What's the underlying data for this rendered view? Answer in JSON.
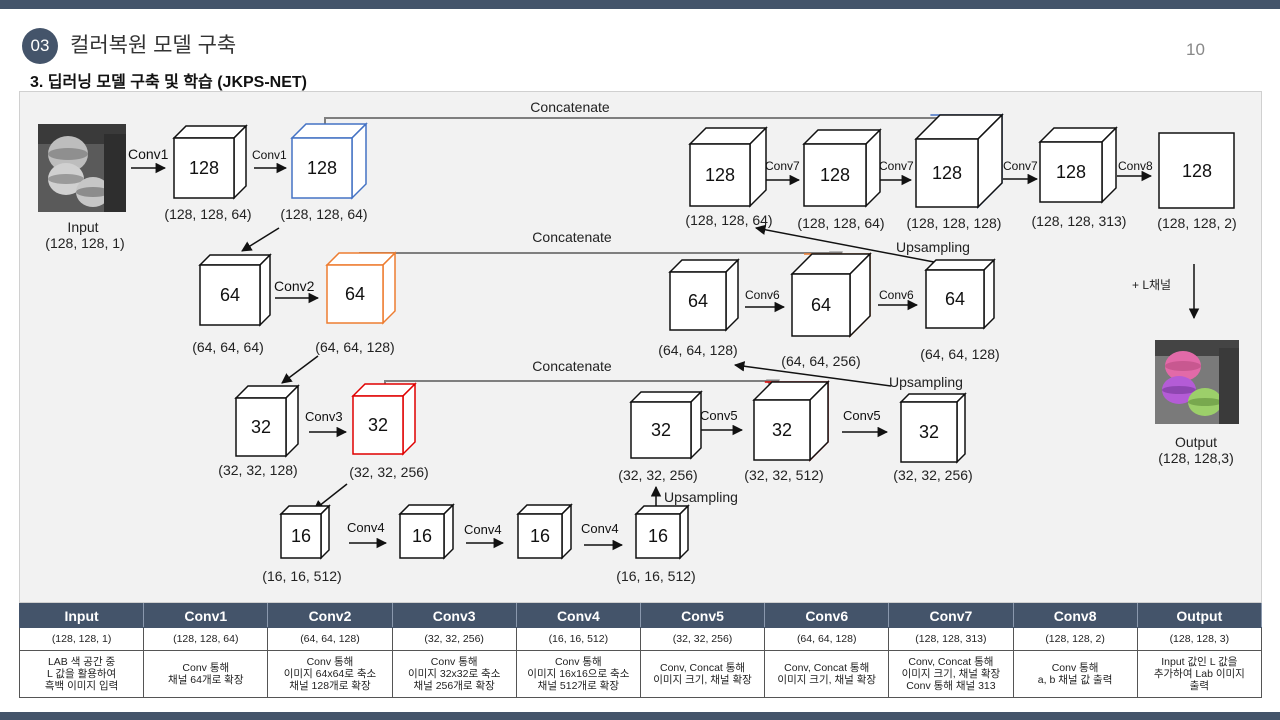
{
  "header": {
    "section_number": "03",
    "section_title": "컬러복원 모델 구축",
    "page_number": "10",
    "subtitle": "3. 딥러닝 모델 구축 및 학습 (JKPS-NET)"
  },
  "colors": {
    "header_bar": "#44546a",
    "skip_blue": "#4472c4",
    "skip_orange": "#ed7d31",
    "skip_red": "#e00000",
    "panel_bg": "#f2f2f2"
  },
  "diagram": {
    "input_label": "Input",
    "input_dims": "(128, 128, 1)",
    "output_label": "Output",
    "output_dims": "(128, 128,3)",
    "l_channel_label": "+ L채널",
    "concatenate_labels": [
      "Concatenate",
      "Concatenate",
      "Concatenate"
    ],
    "upsampling_labels": [
      "Upsampling",
      "Upsampling",
      "Upsampling"
    ],
    "blocks": [
      {
        "id": "b1",
        "size": "128",
        "dims": "(128, 128, 64)"
      },
      {
        "id": "b2",
        "size": "128",
        "dims": "(128, 128, 64)"
      },
      {
        "id": "b3",
        "size": "64",
        "dims": "(64, 64, 64)"
      },
      {
        "id": "b4",
        "size": "64",
        "dims": "(64, 64, 128)"
      },
      {
        "id": "b5",
        "size": "32",
        "dims": "(32, 32, 128)"
      },
      {
        "id": "b6",
        "size": "32",
        "dims": "(32, 32, 256)"
      },
      {
        "id": "b7",
        "size": "16",
        "dims": "(16, 16, 512)"
      },
      {
        "id": "b8",
        "size": "16",
        "dims": ""
      },
      {
        "id": "b9",
        "size": "16",
        "dims": ""
      },
      {
        "id": "b10",
        "size": "16",
        "dims": "(16, 16, 512)"
      },
      {
        "id": "b11",
        "size": "32",
        "dims": "(32, 32, 256)"
      },
      {
        "id": "b12",
        "size": "32",
        "dims": "(32, 32, 512)"
      },
      {
        "id": "b13",
        "size": "32",
        "dims": "(32, 32, 256)"
      },
      {
        "id": "b14",
        "size": "64",
        "dims": "(64, 64, 128)"
      },
      {
        "id": "b15",
        "size": "64",
        "dims": "(64, 64, 256)"
      },
      {
        "id": "b16",
        "size": "64",
        "dims": "(64, 64, 128)"
      },
      {
        "id": "b17",
        "size": "128",
        "dims": "(128, 128, 64)"
      },
      {
        "id": "b18",
        "size": "128",
        "dims": "(128, 128, 64)"
      },
      {
        "id": "b19",
        "size": "128",
        "dims": "(128, 128, 128)"
      },
      {
        "id": "b20",
        "size": "128",
        "dims": "(128, 128, 313)"
      },
      {
        "id": "b21",
        "size": "128",
        "dims": "(128, 128, 2)"
      }
    ],
    "arrow_labels": [
      "Conv1",
      "Conv1",
      "Conv2",
      "Conv3",
      "Conv4",
      "Conv4",
      "Conv4",
      "Conv5",
      "Conv5",
      "Conv6",
      "Conv6",
      "Conv7",
      "Conv7",
      "Conv7",
      "Conv8"
    ]
  },
  "table": {
    "headers": [
      "Input",
      "Conv1",
      "Conv2",
      "Conv3",
      "Conv4",
      "Conv5",
      "Conv6",
      "Conv7",
      "Conv8",
      "Output"
    ],
    "dims": [
      "(128, 128, 1)",
      "(128, 128, 64)",
      "(64, 64, 128)",
      "(32, 32, 256)",
      "(16, 16, 512)",
      "(32, 32, 256)",
      "(64, 64, 128)",
      "(128, 128, 313)",
      "(128, 128, 2)",
      "(128, 128, 3)"
    ],
    "descriptions": [
      "LAB 색 공간 중\nL 값을 활용하여\n흑백 이미지 입력",
      "Conv 통해\n채널 64개로 확장",
      "Conv 통해\n이미지 64x64로 축소\n채널 128개로 확장",
      "Conv 통해\n이미지 32x32로 축소\n채널 256개로 확장",
      "Conv 통해\n이미지 16x16으로 축소\n채널 512개로 확장",
      "Conv, Concat 통해\n이미지 크기, 채널 확장",
      "Conv, Concat 통해\n이미지 크기, 채널 확장",
      "Conv, Concat 통해\n이미지 크기, 채널 확장\nConv 통해 채널 313",
      "Conv 통해\na, b 채널 값 출력",
      "Input 값인 L 값을\n추가하여 Lab 이미지\n출력"
    ]
  }
}
